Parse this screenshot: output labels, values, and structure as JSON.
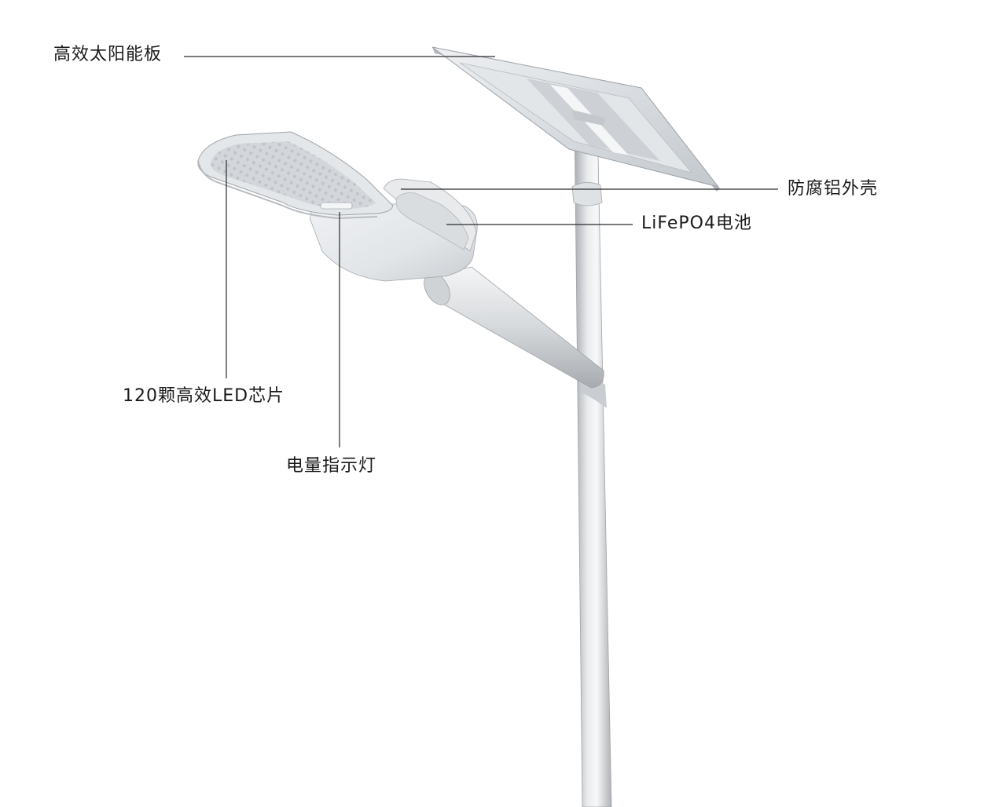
{
  "callouts": {
    "solar_panel": "高效太阳能板",
    "housing": "防腐铝外壳",
    "battery": "LiFePO4电池",
    "led_chips": "120颗高效LED芯片",
    "indicator": "电量指示灯"
  }
}
